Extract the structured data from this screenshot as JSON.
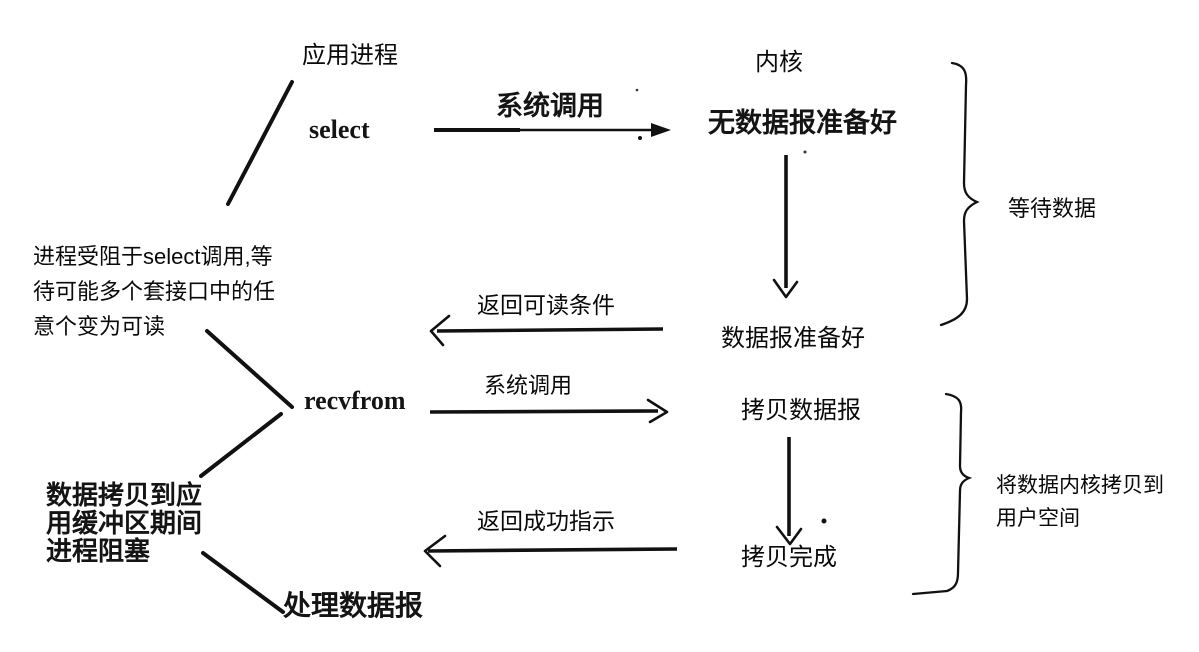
{
  "labels": {
    "app_process": "应用进程",
    "kernel": "内核",
    "select_call": "select",
    "recvfrom_call": "recvfrom",
    "syscall_top": "系统调用",
    "syscall_bottom": "系统调用",
    "no_datagram_ready": "无数据报准备好",
    "datagram_ready": "数据报准备好",
    "copy_datagram": "拷贝数据报",
    "copy_complete": "拷贝完成",
    "process_datagram": "处理数据报",
    "return_readable": "返回可读条件",
    "return_success": "返回成功指示",
    "wait_data": "等待数据"
  },
  "annotations": {
    "blocked_on_select": {
      "line1": "进程受阻于select调用,等",
      "line2": "待可能多个套接口中的任",
      "line3": "意个变为可读"
    },
    "copy_kernel_to_user": {
      "line1": "将数据内核拷贝到",
      "line2": "用户空间"
    },
    "blocked_during_copy": {
      "line1": "数据拷贝到应",
      "line2": "用缓冲区期间",
      "line3": "进程阻塞"
    }
  },
  "colors": {
    "ink": "#111111",
    "background": "#ffffff"
  }
}
